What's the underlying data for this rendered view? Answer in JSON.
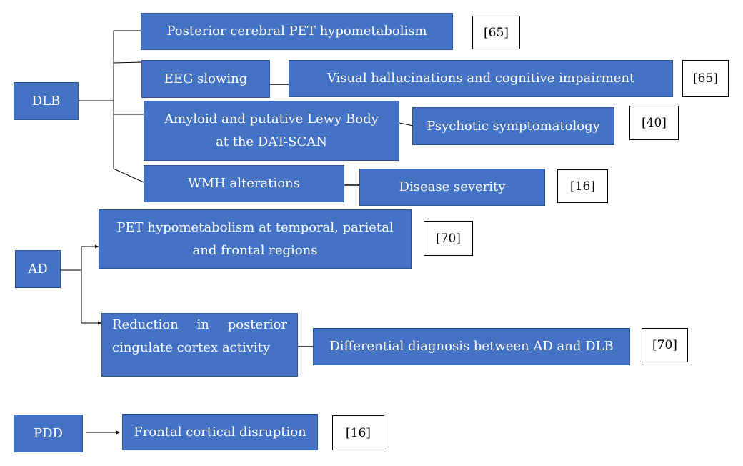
{
  "colors": {
    "box_fill": "#4472C4",
    "box_border": "#2F528F",
    "text": "#ffffff",
    "ref_border": "#000000"
  },
  "groups": {
    "dlb": {
      "label": "DLB",
      "rows": [
        {
          "finding": "Posterior cerebral PET hypometabolism",
          "outcome": "",
          "ref": "[65]"
        },
        {
          "finding": "EEG slowing",
          "outcome": "Visual hallucinations and cognitive impairment",
          "ref": "[65]"
        },
        {
          "finding_line1": "Amyloid and putative Lewy Body",
          "finding_line2": "at the DAT-SCAN",
          "outcome": "Psychotic symptomatology",
          "ref": "[40]"
        },
        {
          "finding": "WMH alterations",
          "outcome": "Disease severity",
          "ref": "[16]"
        }
      ]
    },
    "ad": {
      "label": "AD",
      "rows": [
        {
          "finding_line1": "PET hypometabolism at temporal, parietal",
          "finding_line2": "and frontal regions",
          "ref": "[70]"
        },
        {
          "finding_line1": "Reduction in posterior",
          "finding_line2": "cingulate cortex activity",
          "outcome": "Differential diagnosis between AD and DLB",
          "ref": "[70]"
        }
      ]
    },
    "pdd": {
      "label": "PDD",
      "rows": [
        {
          "finding": "Frontal cortical disruption",
          "ref": "[16]"
        }
      ]
    }
  }
}
